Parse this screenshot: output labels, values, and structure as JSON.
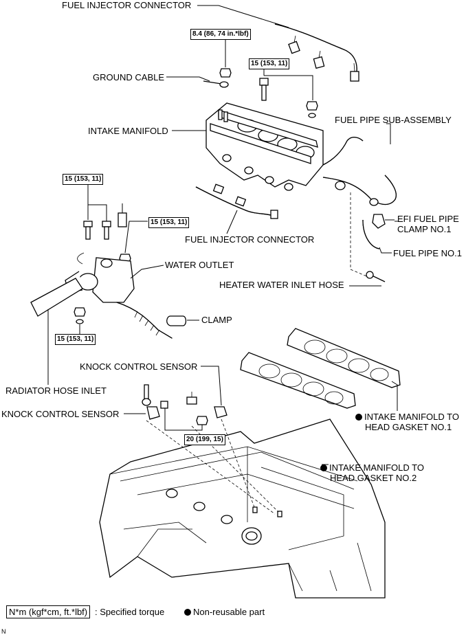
{
  "labels": {
    "fuel_injector_connector_top": "FUEL INJECTOR CONNECTOR",
    "ground_cable": "GROUND CABLE",
    "intake_manifold": "INTAKE MANIFOLD",
    "fuel_pipe_sub_assembly": "FUEL PIPE SUB-ASSEMBLY",
    "fuel_injector_connector_bottom": "FUEL INJECTOR CONNECTOR",
    "efi_fuel_pipe_clamp_line1": "EFI FUEL PIPE",
    "efi_fuel_pipe_clamp_line2": "CLAMP NO.1",
    "fuel_pipe_no1": "FUEL PIPE NO.1",
    "water_outlet": "WATER OUTLET",
    "heater_water_inlet_hose": "HEATER WATER INLET HOSE",
    "clamp": "CLAMP",
    "knock_control_sensor_upper": "KNOCK CONTROL SENSOR",
    "radiator_hose_inlet": "RADIATOR HOSE INLET",
    "knock_control_sensor_left": "KNOCK CONTROL SENSOR",
    "gasket_no1_line1": "INTAKE MANIFOLD TO",
    "gasket_no1_line2": "HEAD GASKET NO.1",
    "gasket_no2_line1": "INTAKE MANIFOLD TO",
    "gasket_no2_line2": "HEAD GASKET NO.2"
  },
  "torque_specs": {
    "ground_nut": "8.4 (86, 74 in.*lbf)",
    "manifold_bolt": "15 (153, 11)",
    "water_outlet_bolts": "15 (153, 11)",
    "water_outlet_nut_upper": "15 (153, 11)",
    "water_outlet_nut_lower": "15 (153, 11)",
    "knock_sensor_nut": "20 (199, 15)"
  },
  "legend": {
    "torque_unit": "N*m (kgf*cm, ft.*lbf)",
    "torque_desc": ": Specified torque",
    "non_reusable": "Non-reusable part"
  },
  "figure_code": "N"
}
